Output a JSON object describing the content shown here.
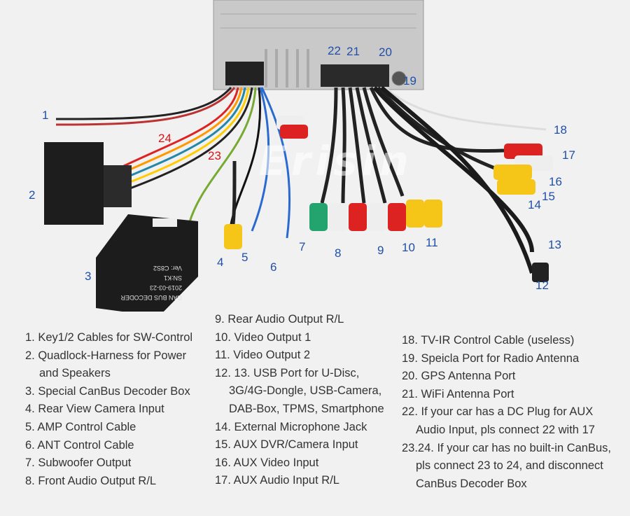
{
  "watermark": "Erisin",
  "colors": {
    "callout": "#1f4fa8",
    "callout_red": "#d11111",
    "text": "#333333"
  },
  "decoder_label": [
    "CAN BUS DECODER",
    "2019-03-23",
    "SN:K1",
    "Ver: C8S2"
  ],
  "callouts": [
    "1",
    "2",
    "3",
    "4",
    "5",
    "6",
    "7",
    "8",
    "9",
    "10",
    "11",
    "12",
    "13",
    "14",
    "15",
    "16",
    "17",
    "18",
    "19",
    "20",
    "21",
    "22",
    "23",
    "24"
  ],
  "legend": {
    "col1": [
      {
        "text": "1. Key1/2 Cables for SW-Control"
      },
      {
        "text": "2. Quadlock-Harness for Power",
        "cont": "and Speakers"
      },
      {
        "text": "3. Special CanBus Decoder Box"
      },
      {
        "text": "4. Rear View Camera Input"
      },
      {
        "text": "5. AMP Control Cable"
      },
      {
        "text": "6. ANT Control Cable"
      },
      {
        "text": "7. Subwoofer Output"
      },
      {
        "text": "8. Front Audio Output R/L"
      }
    ],
    "col2": [
      {
        "text": "9. Rear Audio Output R/L"
      },
      {
        "text": "10. Video Output 1"
      },
      {
        "text": "11. Video Output 2"
      },
      {
        "text": "12. 13. USB Port for U-Disc,",
        "cont": "3G/4G-Dongle, USB-Camera,",
        "cont2": "DAB-Box, TPMS, Smartphone"
      },
      {
        "text": "14. External Microphone Jack"
      },
      {
        "text": "15. AUX DVR/Camera Input"
      },
      {
        "text": "16. AUX Video Input"
      },
      {
        "text": "17. AUX Audio Input R/L"
      }
    ],
    "col3": [
      {
        "text": "18. TV-IR Control Cable (useless)"
      },
      {
        "text": "19. Speicla Port for Radio Antenna"
      },
      {
        "text": "20. GPS Antenna Port"
      },
      {
        "text": "21. WiFi Antenna Port"
      },
      {
        "text": "22. If your car has a DC Plug for AUX",
        "cont": "Audio Input, pls connect 22 with 17"
      },
      {
        "text": "23.24. If your car has no built-in CanBus,",
        "cont": "pls connect 23 to 24, and disconnect",
        "cont2": "CanBus Decoder Box"
      }
    ]
  }
}
